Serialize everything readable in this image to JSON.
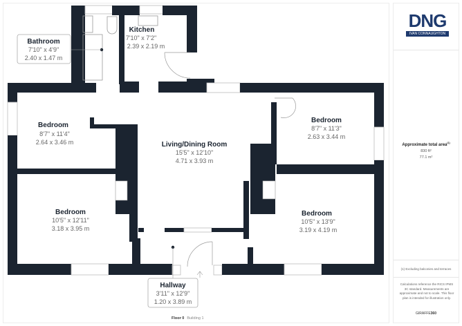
{
  "brand": {
    "logo_text": "DNG",
    "logo_subtext": "IVAN CONNAUGHTON",
    "color": "#1e3a6e"
  },
  "summary": {
    "title": "Approximate total area",
    "title_sup": "(1)",
    "area_sqft": "830 ft²",
    "area_sqm": "77.1 m²",
    "footnote": "(1) Excluding balconies and terraces",
    "disclaimer": "Calculations reference the RICS IPMS 3C standard. Measurements are approximate and not to scale. This floor plan is intended for illustration only.",
    "credit_prefix": "GIRAFFE",
    "credit_suffix": "360"
  },
  "floor": {
    "label": "Floor 0",
    "building": "Building 1"
  },
  "colors": {
    "wall": "#1b2430",
    "text_dark": "#1b2430",
    "text_dim": "#666666"
  },
  "rooms": [
    {
      "name": "Bathroom",
      "imperial": "7'10\" x 4'9\"",
      "metric": "2.40 x 1.47 m"
    },
    {
      "name": "Kitchen",
      "imperial": "7'10\" x 7'2\"",
      "metric": "2.39 x 2.19 m"
    },
    {
      "name": "Bedroom",
      "imperial": "8'7\" x 11'4\"",
      "metric": "2.64 x 3.46 m"
    },
    {
      "name": "Living/Dining Room",
      "imperial": "15'5\" x 12'10\"",
      "metric": "4.71 x 3.93 m"
    },
    {
      "name": "Bedroom",
      "imperial": "8'7\" x 11'3\"",
      "metric": "2.63 x 3.44 m"
    },
    {
      "name": "Bedroom",
      "imperial": "10'5\" x 12'11\"",
      "metric": "3.18 x 3.95 m"
    },
    {
      "name": "Bedroom",
      "imperial": "10'5\" x 13'9\"",
      "metric": "3.19 x 4.19 m"
    },
    {
      "name": "Hallway",
      "imperial": "3'11\" x 12'9\"",
      "metric": "1.20 x 3.89 m"
    }
  ]
}
